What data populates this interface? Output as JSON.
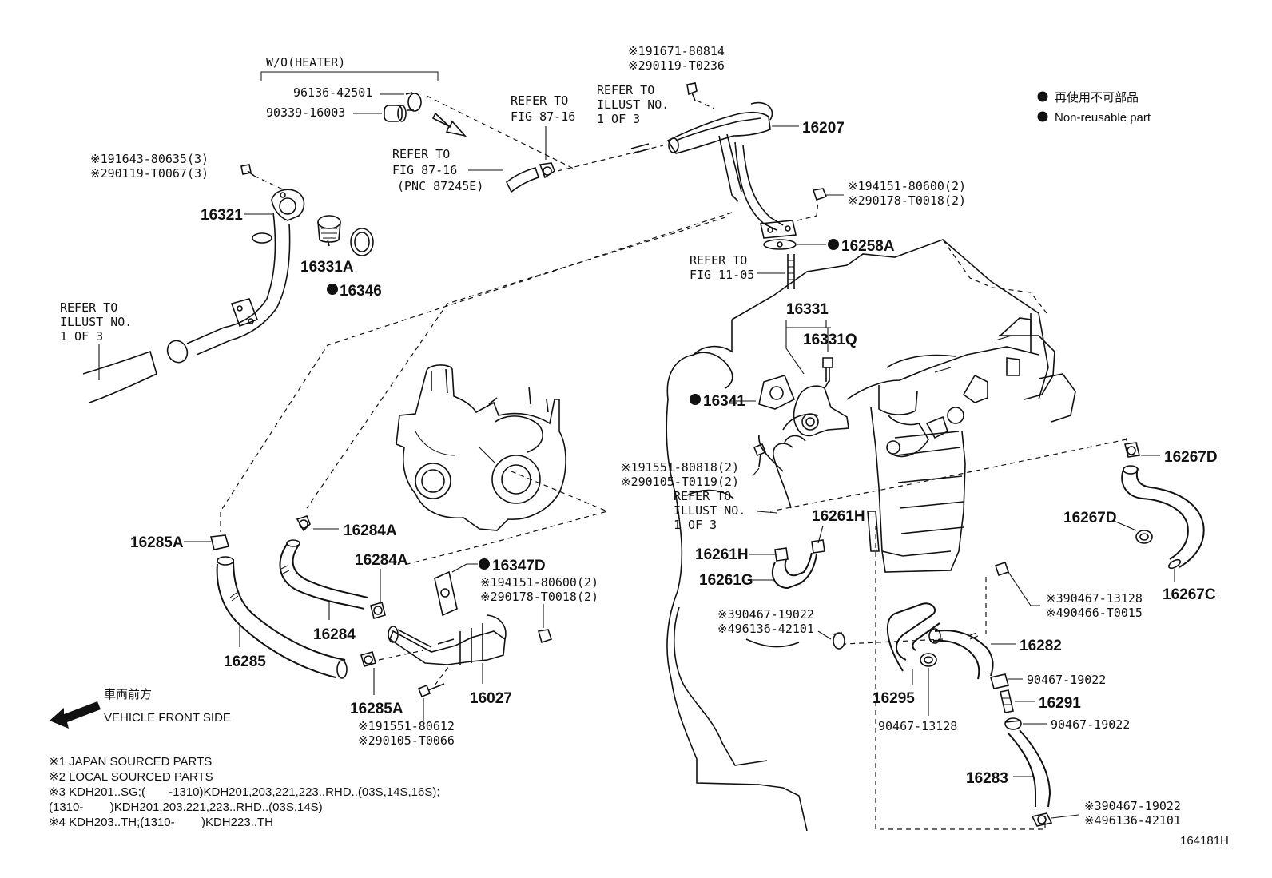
{
  "labels": {
    "wo_heater": "W/O(HEATER)",
    "p_96136_42501": "96136-42501",
    "p_90339_16003": "90339-16003",
    "refer_fig_87_16_a_1": "REFER TO",
    "refer_fig_87_16_a_2": "FIG 87-16",
    "refer_fig_87_16_b_1": "REFER TO",
    "refer_fig_87_16_b_2": "FIG 87-16",
    "refer_fig_87_16_b_3": "(PNC 87245E)",
    "refer_illust_top_1": "REFER TO",
    "refer_illust_top_2": "ILLUST NO.",
    "refer_illust_top_3": "1 OF 3",
    "bolt_191671": "※191671-80814",
    "bolt_290119_t0236": "※290119-T0236",
    "pn_16207": "16207",
    "bolt_191643": "※191643-80635(3)",
    "bolt_290119_t0067": "※290119-T0067(3)",
    "nut_194151_a": "※194151-80600(2)",
    "nut_290178_a": "※290178-T0018(2)",
    "pn_16321": "16321",
    "pn_16258a": "16258A",
    "refer_fig_11_05_1": "REFER TO",
    "refer_fig_11_05_2": "FIG 11-05",
    "pn_16331a": "16331A",
    "pn_16346": "16346",
    "refer_illust_left_1": "REFER TO",
    "refer_illust_left_2": "ILLUST NO.",
    "refer_illust_left_3": "1 OF 3",
    "pn_16331": "16331",
    "pn_16331q": "16331Q",
    "pn_16341": "16341",
    "bolt_191551_80818": "※191551-80818(2)",
    "bolt_290105_t0119": "※290105-T0119(2)",
    "refer_illust_mid_1": "REFER TO",
    "refer_illust_mid_2": "ILLUST NO.",
    "refer_illust_mid_3": "1 OF 3",
    "pn_16261h_a": "16261H",
    "pn_16261h_b": "16261H",
    "pn_16261g": "16261G",
    "pn_16267d_a": "16267D",
    "pn_16267d_b": "16267D",
    "pn_16267c": "16267C",
    "pn_16285a_a": "16285A",
    "pn_16284a_a": "16284A",
    "pn_16284a_b": "16284A",
    "pn_16347d": "16347D",
    "nut_194151_b": "※194151-80600(2)",
    "nut_290178_b": "※290178-T0018(2)",
    "pn_16284": "16284",
    "pn_16285": "16285",
    "pn_16027": "16027",
    "pn_16285a_b": "16285A",
    "bolt_191551_80612": "※191551-80612",
    "bolt_290105_t0066": "※290105-T0066",
    "clip_3_90467_19022_a": "※390467-19022",
    "clip_4_96136_42101_a": "※496136-42101",
    "clip_3_90467_13128": "※390467-13128",
    "clip_4_90466_t0015": "※490466-T0015",
    "pn_16282": "16282",
    "p_90467_19022_a": "90467-19022",
    "pn_16295": "16295",
    "pn_16291": "16291",
    "p_90467_13128": "90467-13128",
    "p_90467_19022_b": "90467-19022",
    "pn_16283": "16283",
    "clip_3_90467_19022_b": "※390467-19022",
    "clip_4_96136_42101_b": "※496136-42101",
    "diagram_id": "164181H"
  },
  "legend": {
    "jp": "再使用不可部品",
    "en": "Non-reusable part"
  },
  "front": {
    "jp": "車両前方",
    "en": "VEHICLE FRONT SIDE"
  },
  "footnotes": {
    "n1": "※1 JAPAN SOURCED PARTS",
    "n2": "※2 LOCAL SOURCED PARTS",
    "n3a": "※3 KDH201..SG;(       -1310)KDH201,203,221,223..RHD..(03S,14S,16S);",
    "n3b": "(1310-        )KDH201,203.221,223..RHD..(03S,14S)",
    "n4": "※4 KDH203..TH;(1310-        )KDH223..TH"
  }
}
